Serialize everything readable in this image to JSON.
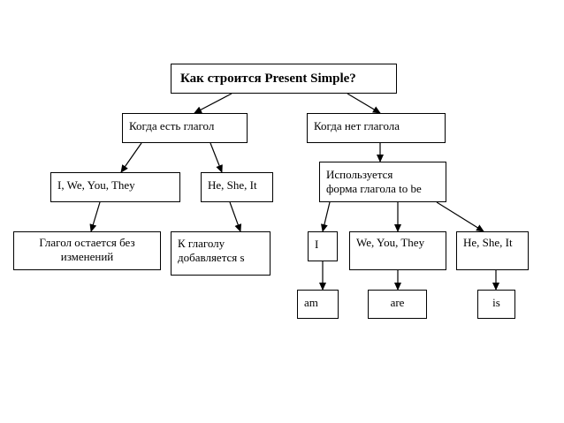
{
  "nodes": {
    "root": "Как строится Present Simple?",
    "has_verb": "Когда есть глагол",
    "no_verb": "Когда нет глагола",
    "i_we_you_they": "I, We, You, They",
    "he_she_it": "He, She, It",
    "to_be_form": "Используется\nформа глагола to be",
    "verb_unchanged": "Глагол остается без\nизменений",
    "add_s": "К глаголу\nдобавляется s",
    "tobe_i": "I",
    "tobe_we_you_they": "We, You, They",
    "tobe_he_she_it": "He, She, It",
    "am": "am",
    "are": "are",
    "is": "is"
  },
  "colors": {
    "line": "#000000",
    "box_border": "#000000",
    "background": "#ffffff"
  }
}
